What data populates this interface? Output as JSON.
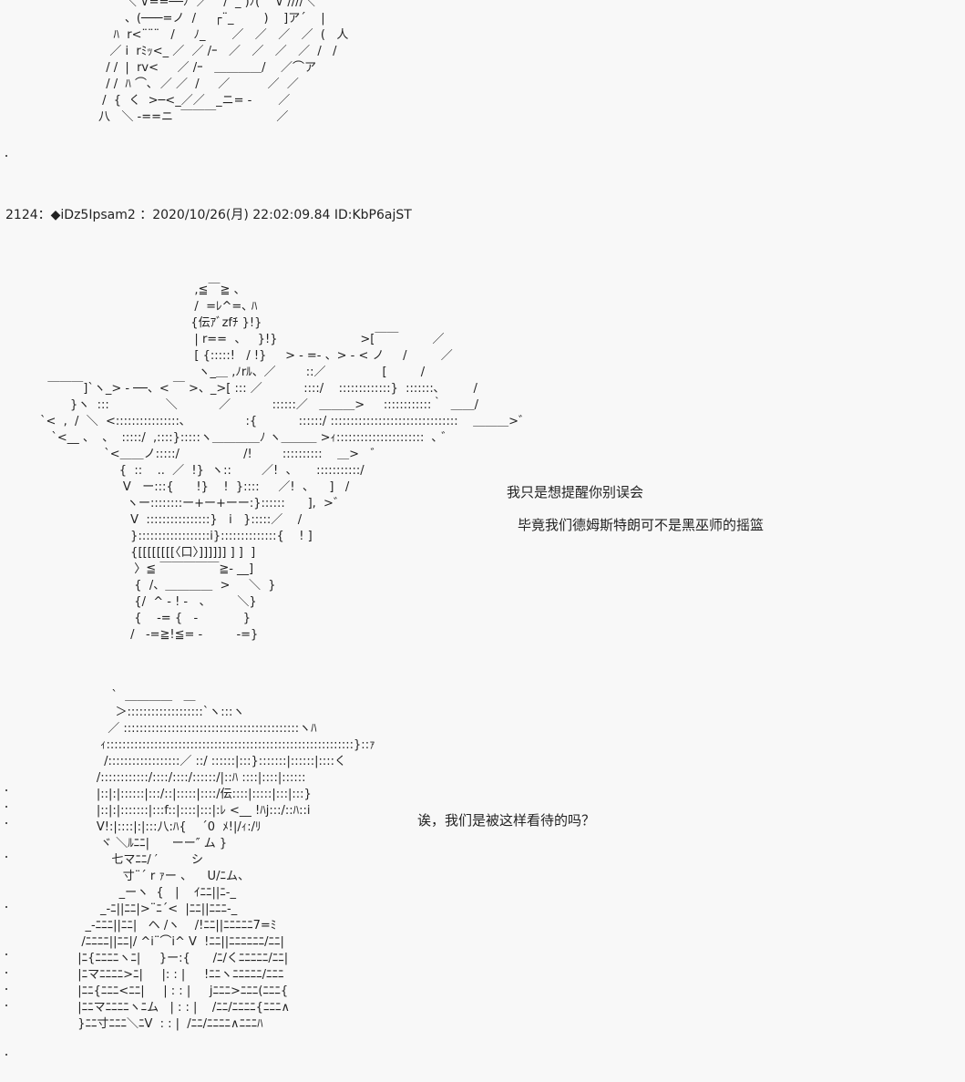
{
  "post_header": "2124：◆iDz5Ipsam2 ：2020/10/26(月) 22:02:09.84 ID:KbP6ajST",
  "art": {
    "top": "       ＼ ∨==──ﾉ  ／    /  _ )ﾉ(    ∨ ////＼\n       、(───=ノ  /     ┌¨_        )    ]ア´    |\n    ﾊ  r<¨¨¨   /     ﾉ_       ／   ／   ／   ／  (   人\n   ／ i  rﾐｯ<_ ／  ／ /ｰ   ／   ／   ／   ／  /   /\n  / /  |  rv<     ／ /ｰ   ＿＿＿＿/    ／⌒ア\n  / /  ﾊ ⌒､  ／ ／  /     ／          ／  ／\n /  {  く  >─<_／／   _ニ= -       ／\n八   ＼ -==ニ  ￣￣￣                ／",
    "middle": "                                         ,≦￣≧ 、\n                                         /  =ﾚ^=､ ﾊ\n                                        {伝ｱﾞzfﾁ }!}\n                                         | r==  、   }!}                      >[￣￣         ／\n                                         [ {:::::!   / !}     > - =- 、> - < ノ     /         ／\n                                          ヽ_＿ ,ﾉrﾙ、／        ::／               [         /\n  ￣￣￣]`ヽ_> - ──、< ￣ >、_>[ ::: ／           ::::/    :::::::::::::}  :::::::､         /\n        }ヽ  :::               ＼           ／           ::::::／   ＿＿＿>     ::::::::::::｀  ＿＿/\n`<  ,  /  ＼  <::::::::::::::::､                :{           ::::::/ ::::::::::::::::::::::::::::::::    ＿＿＿>゛\n   `<__ 、  、  :::::/  ,::::}:::::ヽ＿＿＿＿ﾉ ヽ＿＿＿ >ｨ::::::::::::::::::::::  ､ ゛\n                 `<＿＿ノ:::::/                 /!        ::::::::::    ＿>   ゛\n                     {  ::    ..  ／  !}  ヽ::        ／!  、     :::::::::::/\n                      V   ー:::{      !}    !  }::::     ／!  、    ]   /\n                       ヽー::::::::ー+ー+ーー:}::::::      ],  >゛\n                        V  ::::::::::::::::}   i   }:::::／    /\n                        }::::::::::::::::::i}::::::::::::::{    ! ]\n                        {[[[[[[[[〈口〉]]]]]] ] ]  ]\n                         〉≦ ￣￣￣￣￣≧- __]\n                         {  /、＿＿＿＿  >     ＼  }\n                         {/  ^ - ! -   、       ＼}\n                         {    -= {   -            }\n                        /   -=≧!≦= -         -=}",
    "bottom": "                  `  ＿＿＿＿   ＿\n                   ＞:::::::::::::::::::`ヽ:::ヽ\n                 ／ ::::::::::::::::::::::::::::::::::::::::::::ヽﾊ\n               ｨ::::::::::::::::::::::::::::::::::::::::::::::::::::::::::::::}::ｧ\n                /::::::::::::::::::／ ::/ ::::::|:::}:::::::|::::::|::::く\n              /::::::::::::/::::/::::/::::::/|::ﾊ ::::|::::|::::::\n              |::|:|::::::|:::/::|:::::|::::/伝::::|:::::|:::|:::}\n              |::|:|:::::::|:::f::|::::|:::|:ﾚ <__ !ﾊj:::/::ﾊ::i\n              V!:|::::|:|:::八:ﾊ{    ´0  ﾒ!|/ｨ:/ﾘ\n               ヾ ＼ﾙﾆﾆ|      ーー″ ム }\n                  七マﾆﾆ/ ′         シ\n                     寸¨´ r ｧー 、    U/ﾆム、\n                    _ーヽ  {   |    ｲﾆﾆ||ﾆ-_\n               _-ﾆ||ﾆﾆ|>¨ﾆ´<  |ﾆﾆ||ﾆﾆﾆ-_\n           _-ﾆﾆﾆ||ﾆﾆ|   ヘ /ヽ    /!ﾆﾆ||ﾆﾆﾆﾆﾆ7=ﾐ\n          /ﾆﾆﾆﾆ||ﾆﾆ|/ ^i¨⌒i^ V  !ﾆﾆ||ﾆﾆﾆﾆﾆﾆ/ﾆﾆ|\n         |ﾆ{ﾆﾆﾆﾆヽﾆ|     }ー:{      /ﾆ/くﾆﾆﾆﾆﾆ/ﾆﾆ|\n         |ﾆマﾆﾆﾆﾆ>ﾆ|     |: : |     !ﾆﾆヽﾆﾆﾆﾆﾆ/ﾆﾆﾆ\n         |ﾆﾆ{ﾆﾆﾆ<ﾆﾆ|     | : : |     jﾆﾆﾆ>ﾆﾆﾆ(ﾆﾆﾆ{\n         |ﾆﾆマﾆﾆﾆﾆヽﾆム   | : : |    /ﾆﾆ/ﾆﾆﾆﾆ{ﾆﾆﾆ∧\n         }ﾆﾆ寸ﾆﾆﾆ＼ﾆV  : : |  /ﾆﾆ/ﾆﾆﾆﾆ∧ﾆﾆﾆﾊ"
  },
  "dialogue": [
    "我只是想提醒你别误会",
    "毕竟我们德姆斯特朗可不是黑巫师的摇篮",
    "诶，我们是被这样看待的吗？"
  ]
}
